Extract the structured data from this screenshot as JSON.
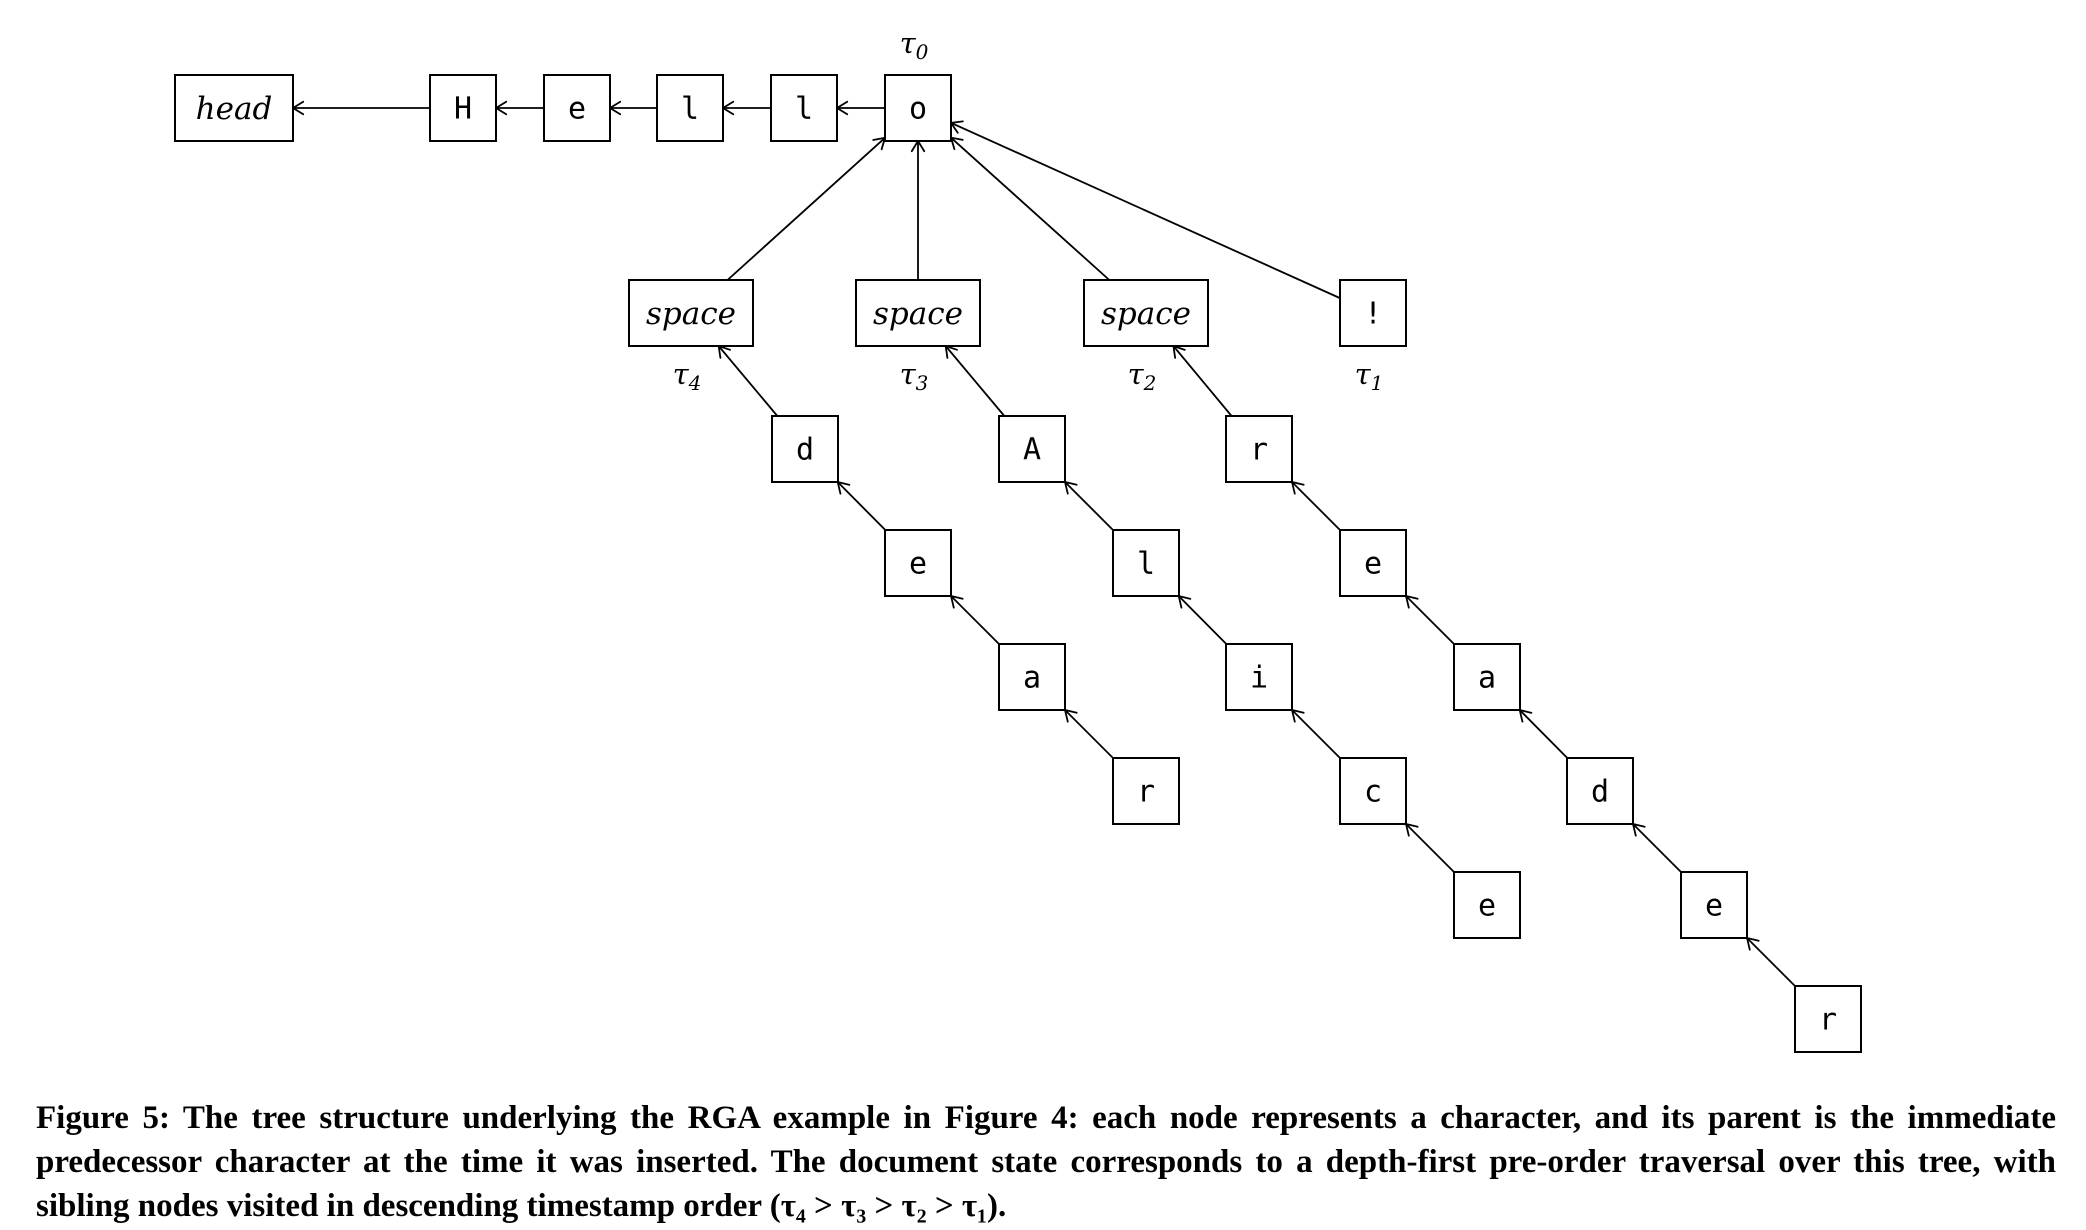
{
  "diagram": {
    "nodes": [
      {
        "id": "head",
        "label": "head",
        "italic": true
      },
      {
        "id": "H",
        "label": "H"
      },
      {
        "id": "e1",
        "label": "e"
      },
      {
        "id": "l1",
        "label": "l"
      },
      {
        "id": "l2",
        "label": "l"
      },
      {
        "id": "o",
        "label": "o"
      },
      {
        "id": "sp4",
        "label": "space",
        "italic": true
      },
      {
        "id": "sp3",
        "label": "space",
        "italic": true
      },
      {
        "id": "sp2",
        "label": "space",
        "italic": true
      },
      {
        "id": "bang",
        "label": "!"
      },
      {
        "id": "d",
        "label": "d"
      },
      {
        "id": "e2",
        "label": "e"
      },
      {
        "id": "a1",
        "label": "a"
      },
      {
        "id": "r1",
        "label": "r"
      },
      {
        "id": "A",
        "label": "A"
      },
      {
        "id": "l3",
        "label": "l"
      },
      {
        "id": "i",
        "label": "i"
      },
      {
        "id": "c",
        "label": "c"
      },
      {
        "id": "e3",
        "label": "e"
      },
      {
        "id": "r2",
        "label": "r"
      },
      {
        "id": "e4",
        "label": "e"
      },
      {
        "id": "a2",
        "label": "a"
      },
      {
        "id": "d2",
        "label": "d"
      },
      {
        "id": "e5",
        "label": "e"
      },
      {
        "id": "r3",
        "label": "r"
      }
    ],
    "edges": [
      {
        "from": "H",
        "to": "head"
      },
      {
        "from": "e1",
        "to": "H"
      },
      {
        "from": "l1",
        "to": "e1"
      },
      {
        "from": "l2",
        "to": "l1"
      },
      {
        "from": "o",
        "to": "l2"
      },
      {
        "from": "sp4",
        "to": "o"
      },
      {
        "from": "sp3",
        "to": "o"
      },
      {
        "from": "sp2",
        "to": "o"
      },
      {
        "from": "bang",
        "to": "o"
      },
      {
        "from": "d",
        "to": "sp4"
      },
      {
        "from": "e2",
        "to": "d"
      },
      {
        "from": "a1",
        "to": "e2"
      },
      {
        "from": "r1",
        "to": "a1"
      },
      {
        "from": "A",
        "to": "sp3"
      },
      {
        "from": "l3",
        "to": "A"
      },
      {
        "from": "i",
        "to": "l3"
      },
      {
        "from": "c",
        "to": "i"
      },
      {
        "from": "e3",
        "to": "c"
      },
      {
        "from": "r2",
        "to": "sp2"
      },
      {
        "from": "e4",
        "to": "r2"
      },
      {
        "from": "a2",
        "to": "e4"
      },
      {
        "from": "d2",
        "to": "a2"
      },
      {
        "from": "e5",
        "to": "d2"
      },
      {
        "from": "r3",
        "to": "e5"
      }
    ],
    "timestamps": [
      {
        "node": "o",
        "symbol": "τ",
        "sub": "0"
      },
      {
        "node": "sp4",
        "symbol": "τ",
        "sub": "4"
      },
      {
        "node": "sp3",
        "symbol": "τ",
        "sub": "3"
      },
      {
        "node": "sp2",
        "symbol": "τ",
        "sub": "2"
      },
      {
        "node": "bang",
        "symbol": "τ",
        "sub": "1"
      }
    ]
  },
  "caption": {
    "label": "Figure 5:",
    "text": "The tree structure underlying the RGA example in Figure 4: each node represents a character, and its parent is the immediate predecessor character at the time it was inserted. The document state corresponds to a depth-first pre-order traversal over this tree, with sibling nodes visited in descending timestamp order (τ₄ > τ₃ > τ₂ > τ₁)."
  }
}
